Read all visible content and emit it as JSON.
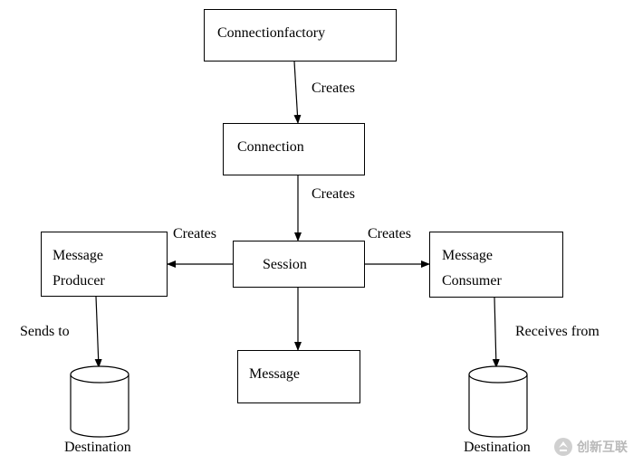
{
  "nodes": {
    "connection_factory": "Connectionfactory",
    "connection": "Connection",
    "session": "Session",
    "message_producer": [
      "Message",
      "Producer"
    ],
    "message_consumer": [
      "Message",
      "Consumer"
    ],
    "message": "Message"
  },
  "edges": {
    "factory_to_connection": "Creates",
    "connection_to_session": "Creates",
    "session_to_producer": "Creates",
    "session_to_consumer": "Creates",
    "producer_to_destination": "Sends to",
    "consumer_to_destination": "Receives from"
  },
  "destinations": {
    "left": "Destination",
    "right": "Destination"
  },
  "watermark": {
    "text": "创新互联",
    "icon": "brand-logo-icon",
    "color": "#b9b9b9"
  }
}
